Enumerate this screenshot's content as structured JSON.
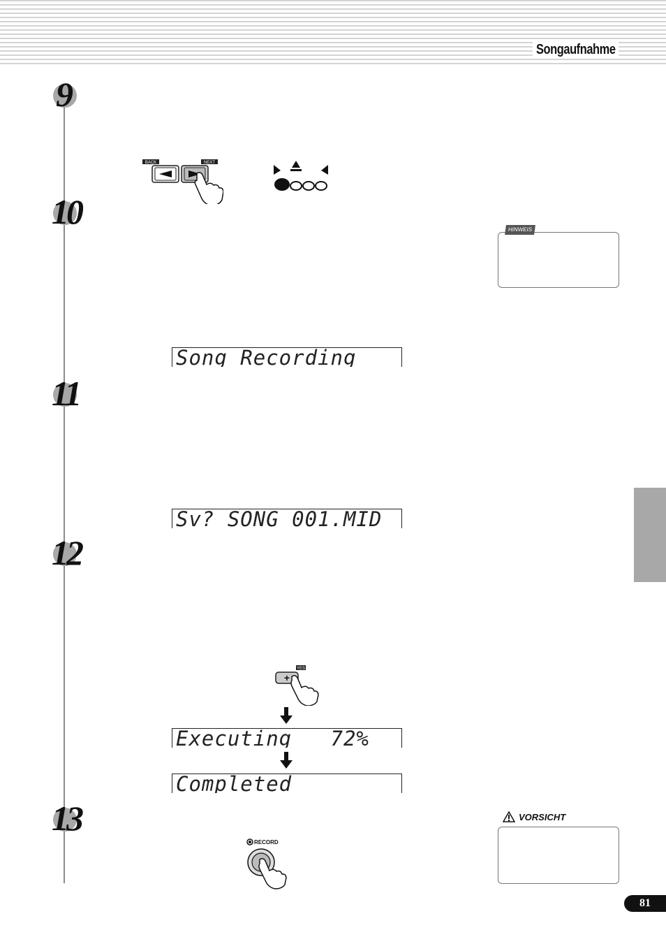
{
  "header": {
    "title": "Songaufnahme"
  },
  "steps": {
    "s9": "9",
    "s10": "10",
    "s11": "11",
    "s12": "12",
    "s13": "13"
  },
  "buttons": {
    "back": "BACK",
    "next": "NEXT",
    "yes": "YES",
    "record": "RECORD"
  },
  "displays": {
    "song_recording": "Song Recording",
    "save_prompt": "Sv? SONG_001.MID",
    "executing": "Executing   72%",
    "completed": "Completed"
  },
  "notes": {
    "hinweis": "HINWEIS",
    "vorsicht": "VORSICHT"
  },
  "page": {
    "number": "81"
  }
}
